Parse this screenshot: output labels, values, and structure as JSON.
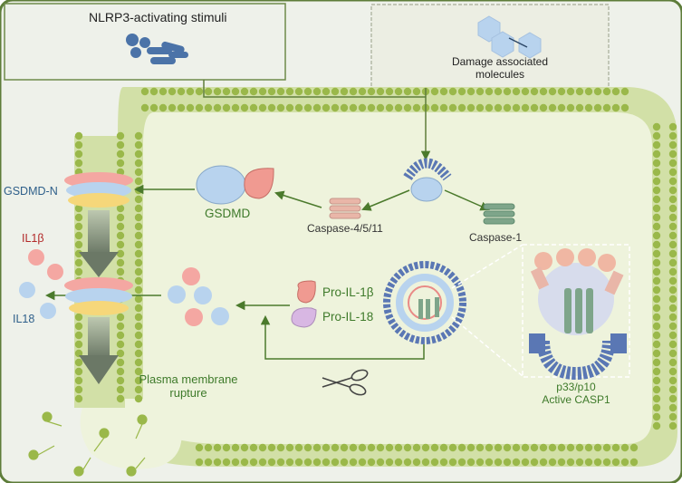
{
  "labels": {
    "stimuli": "NLRP3-activating stimuli",
    "damage": "Damage associated molecules",
    "gsdmd_n": "GSDMD-N",
    "gsdmd": "GSDMD",
    "caspase_4511": "Caspase-4/5/11",
    "caspase_1": "Caspase-1",
    "il1b": "IL1β",
    "il18": "IL18",
    "pro_il1b": "Pro-IL-1β",
    "pro_il18": "Pro-IL-18",
    "membrane_rupture": "Plasma membrane rupture",
    "p33p10": "p33/p10",
    "active_casp1": "Active CASP1"
  },
  "colors": {
    "cell_fill": "#eef3dc",
    "outer_fill": "#eef1ea",
    "membrane_head": "#9ab84a",
    "membrane_tail": "#c0d28c",
    "arrow": "#4b7a2c",
    "label_green": "#3e7a2a",
    "il1b_red": "#b22a2a",
    "il18_blue": "#2e5f8a",
    "pink": "#f4a7a2",
    "light_blue": "#b8d3ee",
    "yellow": "#f6d77a",
    "dark_blue": "#5a77b4",
    "grey_green": "#7ea58a",
    "lilac": "#d8b7e3"
  },
  "icons": [
    "scissors-icon",
    "pathogen-icon",
    "hexagon-molecule-icon"
  ]
}
